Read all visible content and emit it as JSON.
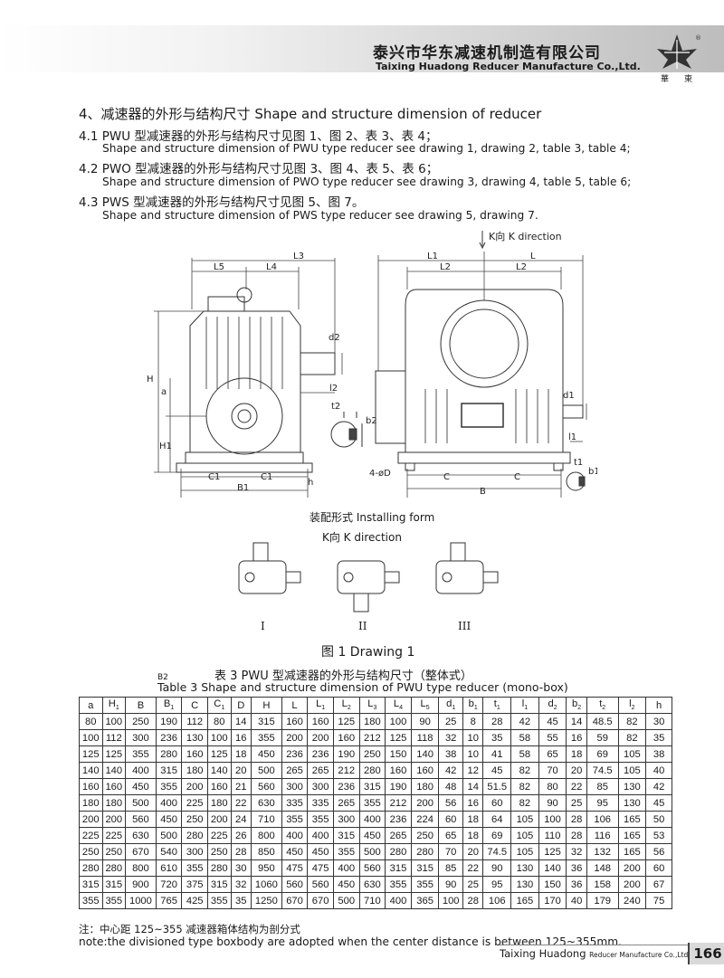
{
  "header": {
    "company_cn": "泰兴市华东减速机制造有限公司",
    "company_en": "Taixing Huadong Reducer Manufacture Co.,Ltd.",
    "logo_text": [
      "華",
      "東"
    ],
    "logo_mark": "®"
  },
  "section": {
    "title": "4、减速器的外形与结构尺寸    Shape and structure dimension of reducer",
    "items": [
      {
        "cn": "4.1 PWU 型减速器的外形与结构尺寸见图 1、图 2、表 3、表 4；",
        "en": "Shape and structure dimension of PWU type reducer see drawing 1, drawing 2, table 3, table 4;"
      },
      {
        "cn": "4.2 PWO 型减速器的外形与结构尺寸见图 3、图 4、表 5、表 6；",
        "en": "Shape and structure dimension of PWO type reducer see drawing 3, drawing 4, table 5, table 6;"
      },
      {
        "cn": "4.3 PWS 型减速器的外形与结构尺寸见图 5、图 7。",
        "en": "Shape and structure dimension of PWS type reducer see drawing 5, drawing 7."
      }
    ]
  },
  "drawing": {
    "k_direction_top": "K向 K direction",
    "labels": {
      "L5": "L5",
      "L4": "L4",
      "L3": "L3",
      "L1": "L1",
      "L": "L",
      "L2": "L2",
      "H": "H",
      "a": "a",
      "H1": "H1",
      "d2": "d2",
      "l2": "l2",
      "t2": "t2",
      "b2": "b2",
      "C1": "C1",
      "B1": "B1",
      "h": "h",
      "4-phiD": "4-øD",
      "C": "C",
      "B": "B",
      "d1": "d1",
      "l1": "l1",
      "t1": "t1",
      "b1": "b1"
    },
    "installing_form": "装配形式  Installing form",
    "k_direction_bottom": "K向  K direction",
    "views": [
      "I",
      "II",
      "III"
    ],
    "caption": "图 1    Drawing 1"
  },
  "table": {
    "caption_cn": "表 3    PWU 型减速器的外形与结构尺寸（整体式）",
    "marker": "B2",
    "caption_en": "Table 3  Shape and structure dimension of PWU type reducer (mono-box)",
    "headers": [
      "a",
      "H1",
      "B",
      "B1",
      "C",
      "C1",
      "D",
      "H",
      "L",
      "L1",
      "L2",
      "L3",
      "L4",
      "L5",
      "d1",
      "b1",
      "t1",
      "l1",
      "d2",
      "b2",
      "t2",
      "l2",
      "h"
    ],
    "rows": [
      [
        "80",
        "100",
        "250",
        "190",
        "112",
        "80",
        "14",
        "315",
        "160",
        "160",
        "125",
        "180",
        "100",
        "90",
        "25",
        "8",
        "28",
        "42",
        "45",
        "14",
        "48.5",
        "82",
        "30"
      ],
      [
        "100",
        "112",
        "300",
        "236",
        "130",
        "100",
        "16",
        "355",
        "200",
        "200",
        "160",
        "212",
        "125",
        "118",
        "32",
        "10",
        "35",
        "58",
        "55",
        "16",
        "59",
        "82",
        "35"
      ],
      [
        "125",
        "125",
        "355",
        "280",
        "160",
        "125",
        "18",
        "450",
        "236",
        "236",
        "190",
        "250",
        "150",
        "140",
        "38",
        "10",
        "41",
        "58",
        "65",
        "18",
        "69",
        "105",
        "38"
      ],
      [
        "140",
        "140",
        "400",
        "315",
        "180",
        "140",
        "20",
        "500",
        "265",
        "265",
        "212",
        "280",
        "160",
        "160",
        "42",
        "12",
        "45",
        "82",
        "70",
        "20",
        "74.5",
        "105",
        "40"
      ],
      [
        "160",
        "160",
        "450",
        "355",
        "200",
        "160",
        "21",
        "560",
        "300",
        "300",
        "236",
        "315",
        "190",
        "180",
        "48",
        "14",
        "51.5",
        "82",
        "80",
        "22",
        "85",
        "130",
        "42"
      ],
      [
        "180",
        "180",
        "500",
        "400",
        "225",
        "180",
        "22",
        "630",
        "335",
        "335",
        "265",
        "355",
        "212",
        "200",
        "56",
        "16",
        "60",
        "82",
        "90",
        "25",
        "95",
        "130",
        "45"
      ],
      [
        "200",
        "200",
        "560",
        "450",
        "250",
        "200",
        "24",
        "710",
        "355",
        "355",
        "300",
        "400",
        "236",
        "224",
        "60",
        "18",
        "64",
        "105",
        "100",
        "28",
        "106",
        "165",
        "50"
      ],
      [
        "225",
        "225",
        "630",
        "500",
        "280",
        "225",
        "26",
        "800",
        "400",
        "400",
        "315",
        "450",
        "265",
        "250",
        "65",
        "18",
        "69",
        "105",
        "110",
        "28",
        "116",
        "165",
        "53"
      ],
      [
        "250",
        "250",
        "670",
        "540",
        "300",
        "250",
        "28",
        "850",
        "450",
        "450",
        "355",
        "500",
        "280",
        "280",
        "70",
        "20",
        "74.5",
        "105",
        "125",
        "32",
        "132",
        "165",
        "56"
      ],
      [
        "280",
        "280",
        "800",
        "610",
        "355",
        "280",
        "30",
        "950",
        "475",
        "475",
        "400",
        "560",
        "315",
        "315",
        "85",
        "22",
        "90",
        "130",
        "140",
        "36",
        "148",
        "200",
        "60"
      ],
      [
        "315",
        "315",
        "900",
        "720",
        "375",
        "315",
        "32",
        "1060",
        "560",
        "560",
        "450",
        "630",
        "355",
        "355",
        "90",
        "25",
        "95",
        "130",
        "150",
        "36",
        "158",
        "200",
        "67"
      ],
      [
        "355",
        "355",
        "1000",
        "765",
        "425",
        "355",
        "35",
        "1250",
        "670",
        "670",
        "500",
        "710",
        "400",
        "365",
        "100",
        "28",
        "106",
        "165",
        "170",
        "40",
        "179",
        "240",
        "75"
      ]
    ]
  },
  "notes": {
    "cn": "注：中心距 125~355 减速器箱体结构为剖分式",
    "en": "note:the divisioned type boxbody are adopted when the center distance is between 125~355mm."
  },
  "footer": {
    "company": "Taixing Huadong",
    "company_small": "Reducer Manufacture Co.,Ltd.",
    "page": "166"
  }
}
